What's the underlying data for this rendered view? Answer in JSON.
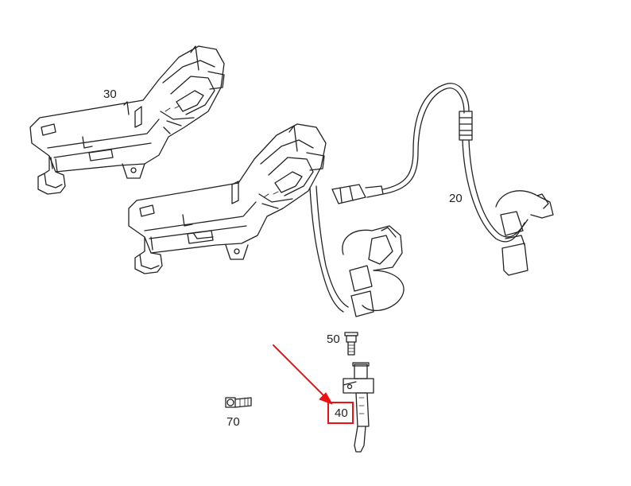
{
  "callouts": {
    "part_20": "20",
    "part_30": "30",
    "part_40": "40",
    "part_50": "50",
    "part_70": "70"
  },
  "highlight": {
    "color": "#e11",
    "target": "40"
  },
  "colors": {
    "line": "#222222",
    "background": "#ffffff",
    "highlight": "#e11"
  }
}
